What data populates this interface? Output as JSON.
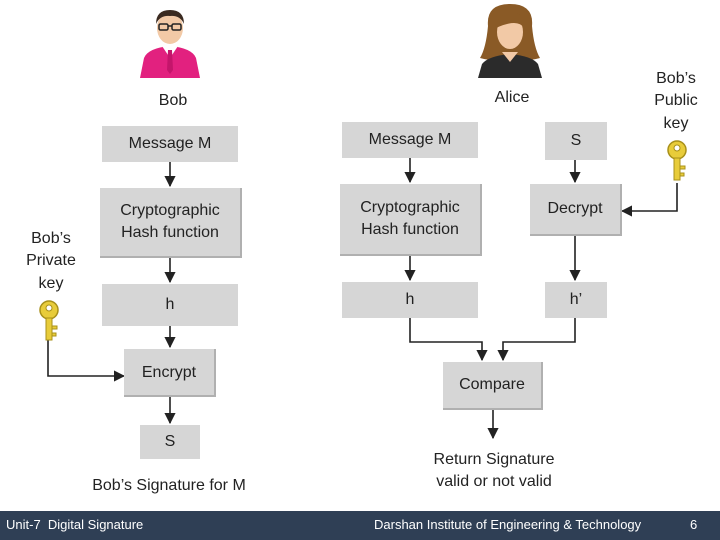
{
  "bob": {
    "name": "Bob",
    "message": "Message M",
    "hash": "Cryptographic Hash function",
    "hash_value": "h",
    "encrypt": "Encrypt",
    "signature": "S",
    "signature_caption": "Bob’s Signature for M",
    "private_key_label": "Bob’s Private key"
  },
  "alice": {
    "name": "Alice",
    "message": "Message M",
    "signature": "S",
    "hash": "Cryptographic Hash function",
    "decrypt": "Decrypt",
    "hash_value": "h",
    "decrypted_hash": "h’",
    "compare": "Compare",
    "result": "Return Signature valid or not valid",
    "public_key_label": "Bob’s Public key"
  },
  "footer": {
    "left": "Unit-7  Digital Signature",
    "right": "Darshan Institute of Engineering & Technology",
    "page": "6"
  },
  "colors": {
    "box": "#d6d6d6",
    "footer": "#2f3f55",
    "bob_shirt": "#e2217f",
    "key": "#e8cc3a"
  }
}
